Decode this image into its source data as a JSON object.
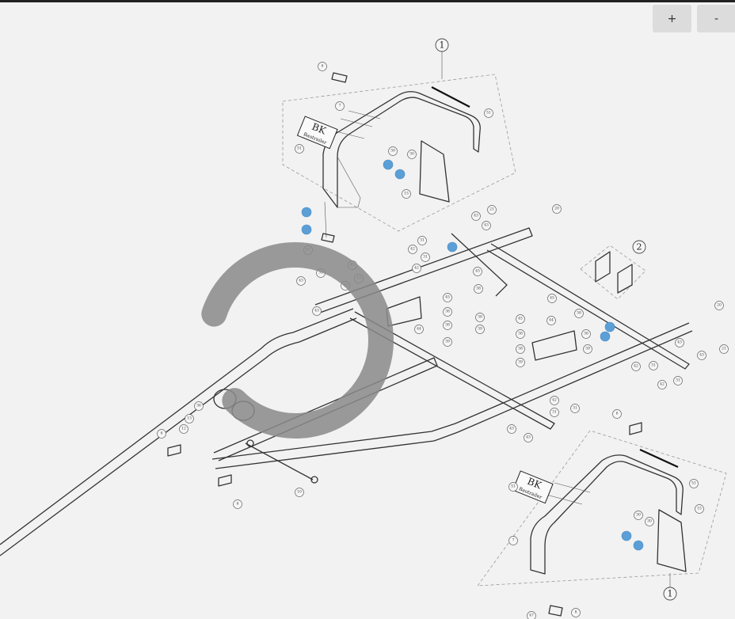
{
  "controls": {
    "zoom_in_label": "+",
    "zoom_out_label": "-"
  },
  "assemblies": {
    "fender_top": "1",
    "bracket": "2",
    "fender_bottom": "1"
  },
  "logo_text": {
    "letters": "BK",
    "subtitle": "Baotrailer"
  },
  "callouts": [
    "6",
    "7",
    "51",
    "51",
    "30",
    "30",
    "15",
    "47",
    "43",
    "21",
    "20",
    "31",
    "42",
    "31",
    "42",
    "43",
    "45",
    "45",
    "38",
    "38",
    "38",
    "39",
    "38",
    "39",
    "44",
    "43",
    "31",
    "42",
    "43",
    "43",
    "43",
    "45",
    "38",
    "45",
    "38",
    "44",
    "38",
    "38",
    "39",
    "39",
    "20",
    "21",
    "43",
    "43",
    "42",
    "31",
    "42",
    "31",
    "42",
    "31",
    "31",
    "43",
    "43",
    "36",
    "13",
    "12",
    "6",
    "6",
    "10",
    "6",
    "51",
    "51",
    "7",
    "15",
    "30",
    "30",
    "47",
    "8"
  ],
  "hotspot_count": 9,
  "loading": true,
  "colors": {
    "hotspot": "#5b9fd6",
    "spinner": "#8a8a8a",
    "background": "#f2f2f2"
  }
}
